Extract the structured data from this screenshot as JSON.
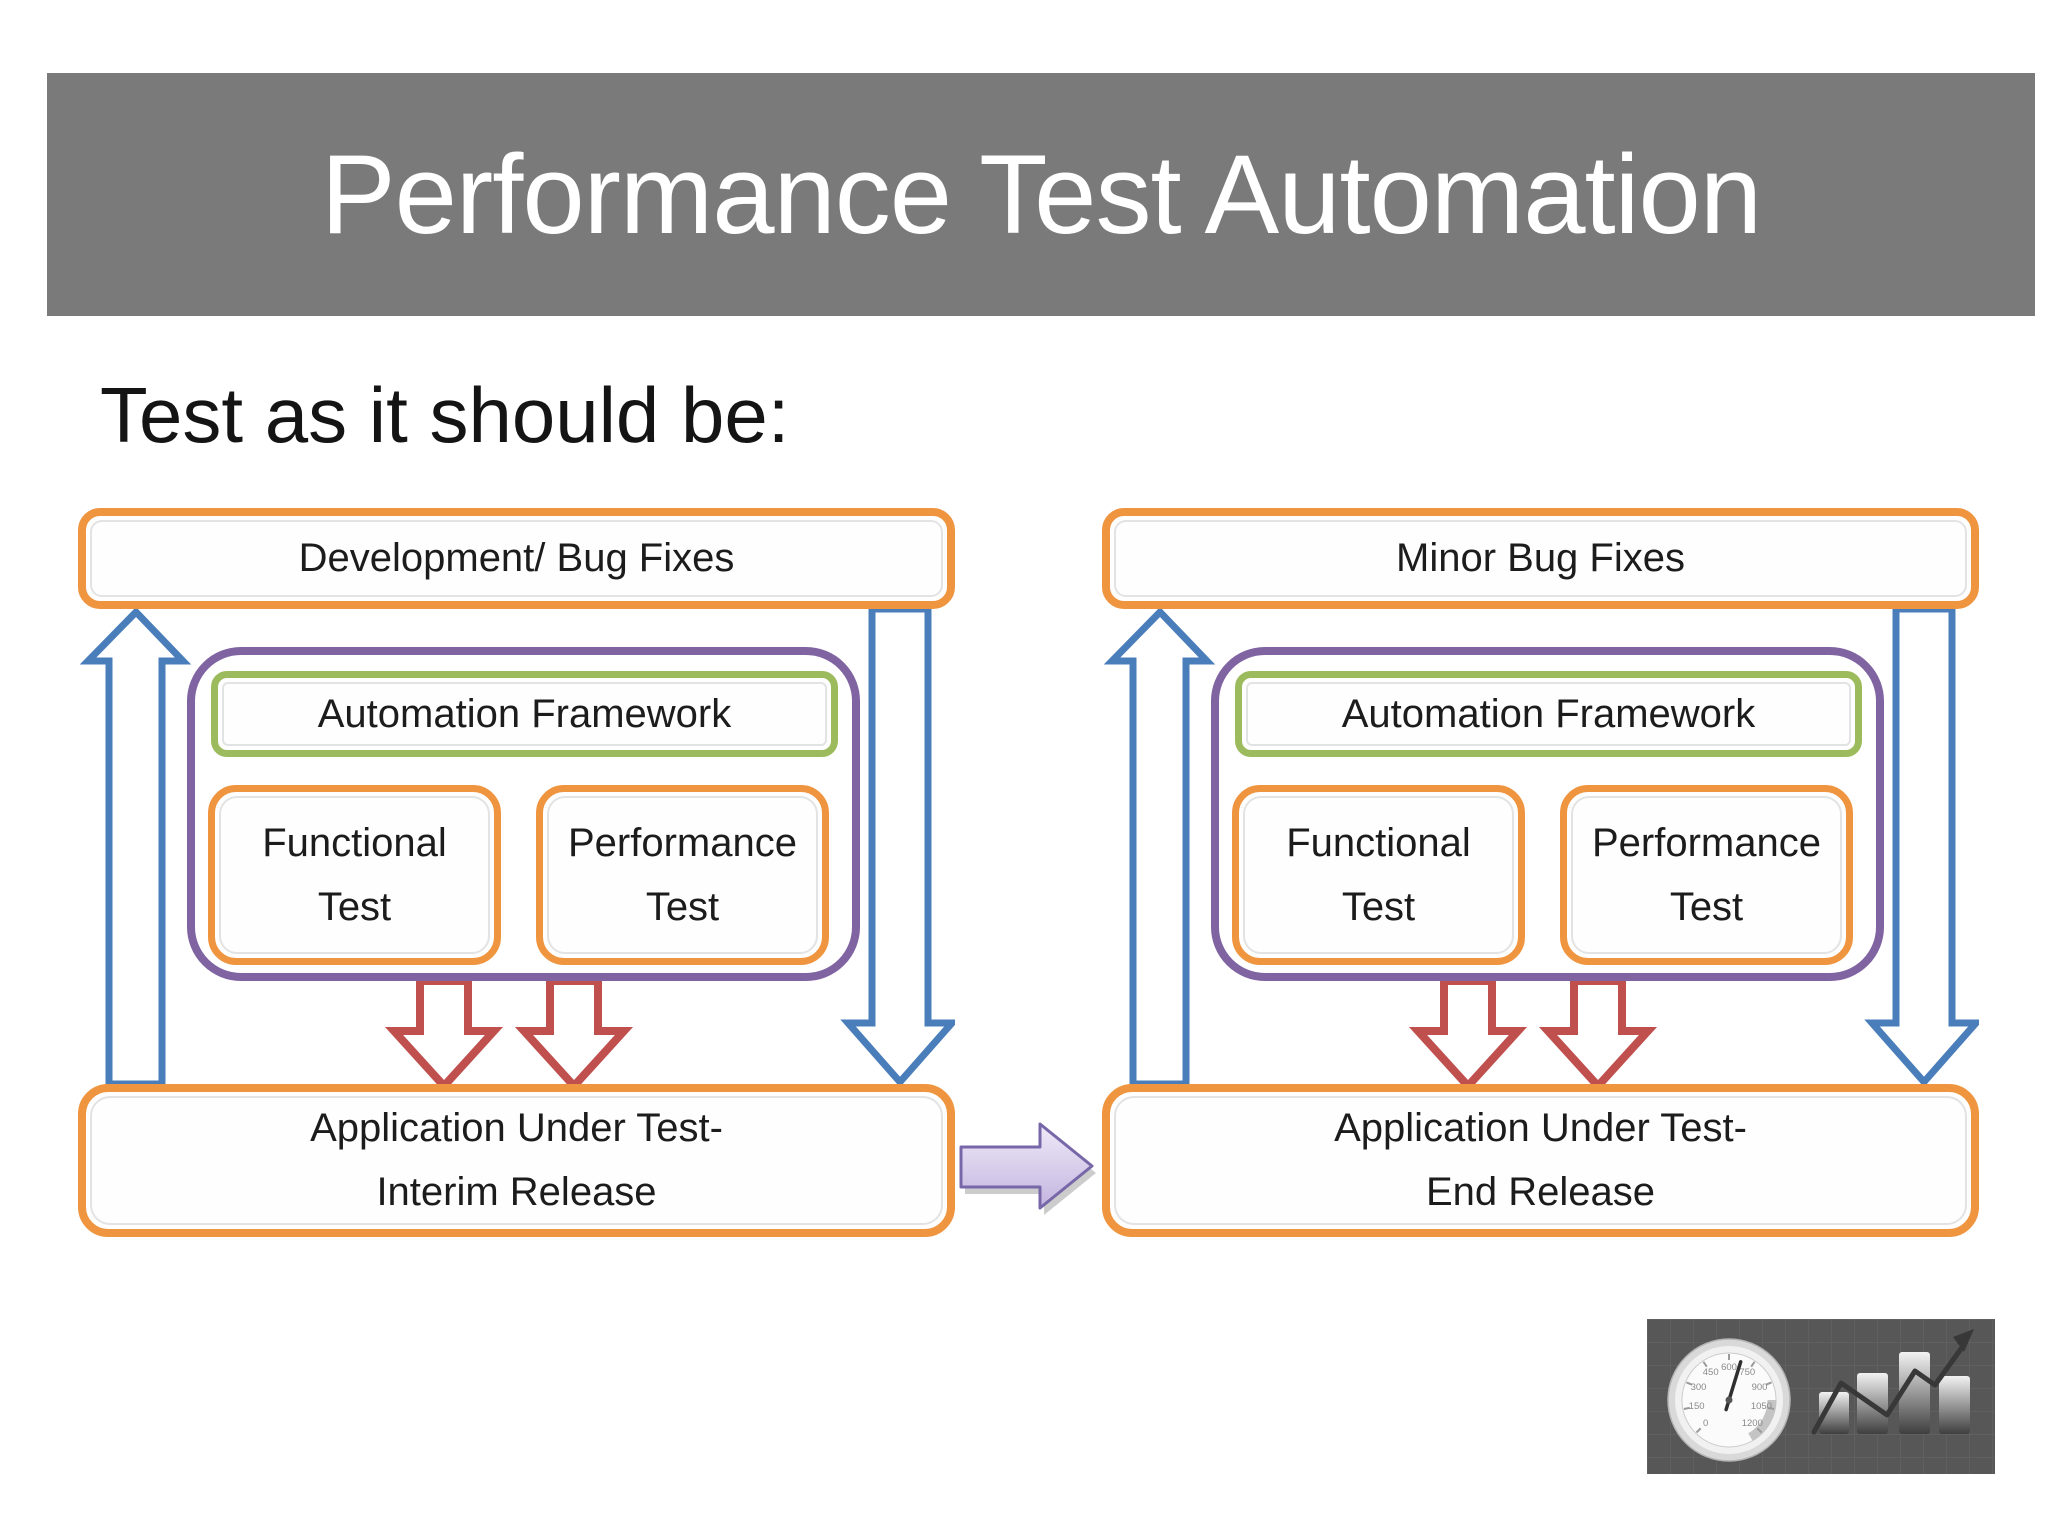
{
  "slide": {
    "title": "Performance Test Automation",
    "subtitle": "Test as it should be:"
  },
  "colors": {
    "banner_gray": "#7a7a7a",
    "box_orange": "#F0953F",
    "container_purple": "#8064A2",
    "framework_green": "#9CBB5C",
    "arrow_blue": "#4A7EBB",
    "arrow_red": "#C0504D",
    "transfer_arrow_fill": "#CDBFE4",
    "transfer_arrow_outline": "#7767A8"
  },
  "groups": [
    {
      "top_label": "Development/ Bug Fixes",
      "framework_label": "Automation Framework",
      "functional_test_line1": "Functional",
      "functional_test_line2": "Test",
      "performance_test_line1": "Performance",
      "performance_test_line2": "Test",
      "bottom_line1": "Application Under Test-",
      "bottom_line2": "Interim Release"
    },
    {
      "top_label": "Minor Bug Fixes",
      "framework_label": "Automation Framework",
      "functional_test_line1": "Functional",
      "functional_test_line2": "Test",
      "performance_test_line1": "Performance",
      "performance_test_line2": "Test",
      "bottom_line1": "Application Under Test-",
      "bottom_line2": "End Release"
    }
  ],
  "logo": {
    "gauge_labels": [
      "0",
      "150",
      "300",
      "450",
      "600",
      "750",
      "900",
      "1050",
      "1200"
    ]
  }
}
